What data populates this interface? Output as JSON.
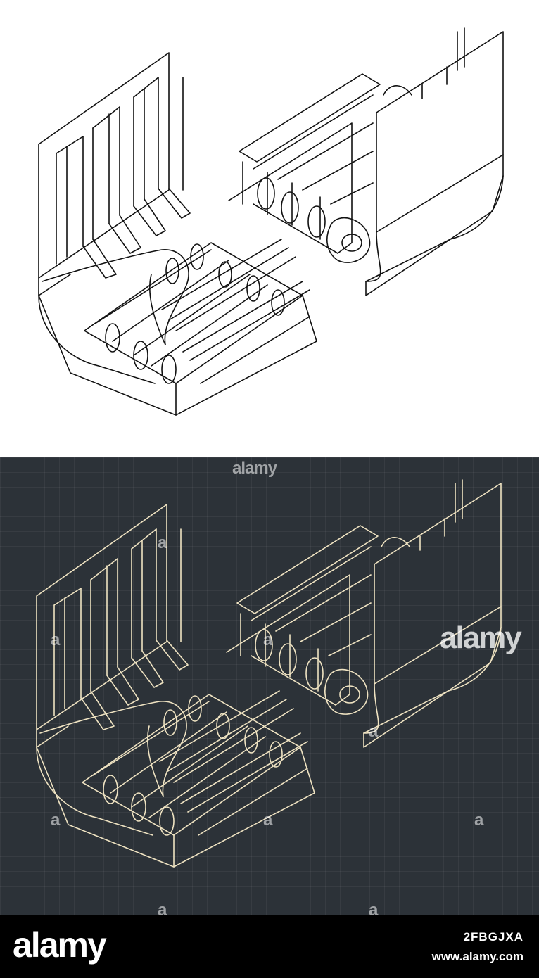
{
  "panels": {
    "light": {
      "background": "#ffffff",
      "stroke": "#111111"
    },
    "dark": {
      "background": "#2c3238",
      "stroke": "#efe3c2"
    }
  },
  "watermark": {
    "top_text": "alamy",
    "mid_text": "alamy",
    "small_mark": "a"
  },
  "footer": {
    "logo_text": "alamy",
    "image_id": "2FBGJXA",
    "site": "www.alamy.com"
  }
}
